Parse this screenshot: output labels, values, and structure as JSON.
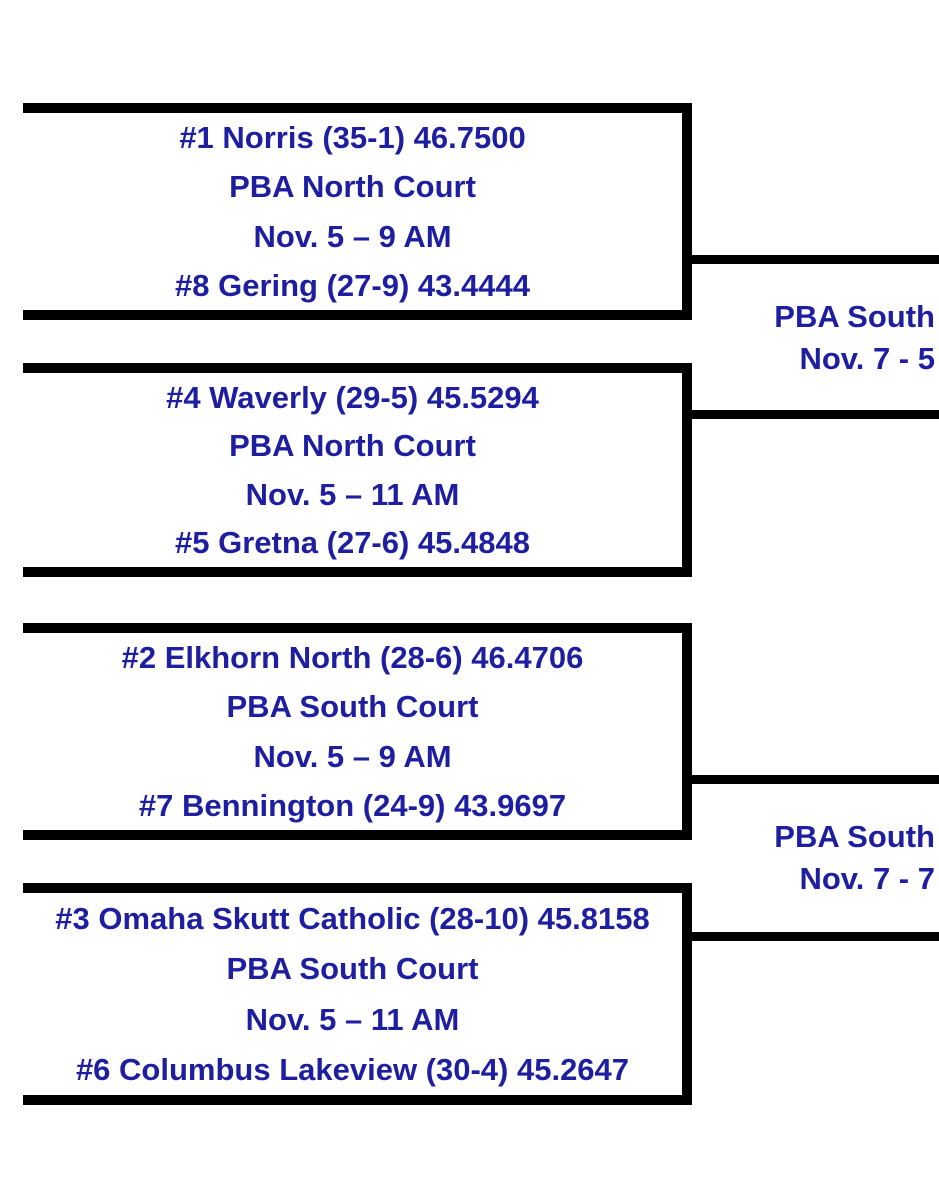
{
  "colors": {
    "text_blue": "#1e1ea0",
    "line_black": "#000000"
  },
  "bracket": {
    "quarterfinals": [
      {
        "top_team": "#1 Norris (35-1) 46.7500",
        "venue": "PBA North Court",
        "datetime": "Nov. 5 – 9 AM",
        "bottom_team": "#8 Gering (27-9) 43.4444"
      },
      {
        "top_team": "#4 Waverly (29-5) 45.5294",
        "venue": "PBA North Court",
        "datetime": "Nov. 5 – 11 AM",
        "bottom_team": "#5 Gretna (27-6) 45.4848"
      },
      {
        "top_team": "#2 Elkhorn North (28-6) 46.4706",
        "venue": "PBA South Court",
        "datetime": "Nov. 5 – 9 AM",
        "bottom_team": "#7 Bennington (24-9) 43.9697"
      },
      {
        "top_team": "#3 Omaha Skutt Catholic (28-10) 45.8158",
        "venue": "PBA South Court",
        "datetime": "Nov. 5 – 11 AM",
        "bottom_team": "#6 Columbus Lakeview (30-4) 45.2647"
      }
    ],
    "semifinals": [
      {
        "venue": "PBA South",
        "datetime": "Nov. 7 - 5"
      },
      {
        "venue": "PBA South",
        "datetime": "Nov. 7 - 7"
      }
    ]
  }
}
